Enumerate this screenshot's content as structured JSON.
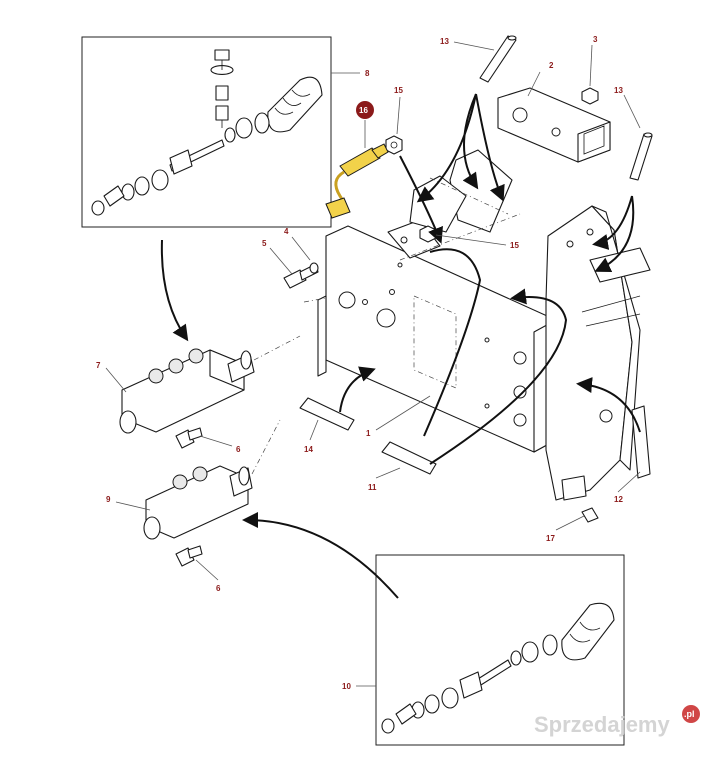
{
  "diagram": {
    "highlight_color": "#8b1a1a",
    "highlighted_part": "16",
    "callouts": {
      "c1": "1",
      "c2": "2",
      "c3": "3",
      "c4": "4",
      "c5": "5",
      "c6a": "6",
      "c6b": "6",
      "c7": "7",
      "c8": "8",
      "c9": "9",
      "c10": "10",
      "c11": "11",
      "c12": "12",
      "c13a": "13",
      "c13b": "13",
      "c14": "14",
      "c15a": "15",
      "c15b": "15",
      "c16": "16",
      "c17": "17"
    }
  },
  "watermark": {
    "text": "Sprzedajemy",
    "badge": ".pl"
  }
}
